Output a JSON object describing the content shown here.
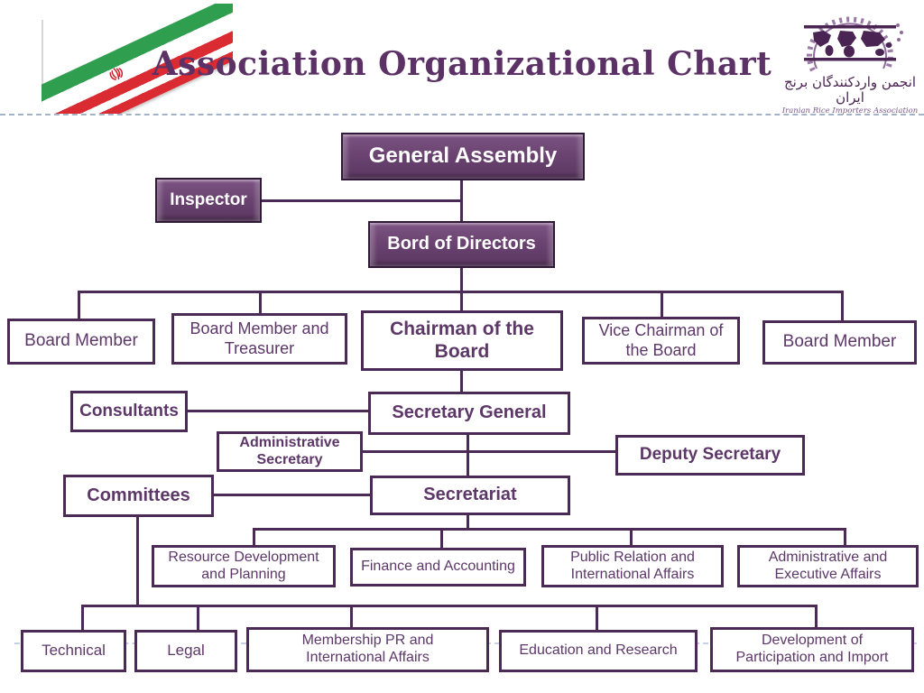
{
  "header": {
    "title": "Association Organizational Chart",
    "logo": {
      "persian_name": "انجمن واردکنندگان برنج ایران",
      "english_name": "Iranian Rice Importers Association"
    }
  },
  "chart": {
    "general_assembly": "General Assembly",
    "inspector": "Inspector",
    "board_of_directors": "Bord of Directors",
    "board_member_1": "Board Member",
    "board_member_treasurer": "Board Member and Treasurer",
    "chairman": "Chairman of the Board",
    "vice_chairman": "Vice Chairman of the Board",
    "board_member_2": "Board Member",
    "consultants": "Consultants",
    "secretary_general": "Secretary General",
    "administrative_secretary": "Administrative Secretary",
    "deputy_secretary": "Deputy Secretary",
    "committees": "Committees",
    "secretariat": "Secretariat",
    "resource_development": "Resource Development and Planning",
    "finance_accounting": "Finance and Accounting",
    "public_relation": "Public Relation and International Affairs",
    "administrative_executive": "Administrative and Executive Affairs",
    "technical": "Technical",
    "legal": "Legal",
    "membership_pr": "Membership PR and International Affairs",
    "education_research": "Education and Research",
    "development_participation": "Development of Participation and Import"
  },
  "colors": {
    "accent_text": "#5c3768",
    "line": "#4b2a55",
    "filled_box": "#6b4471",
    "flag_green": "#2f9e4f",
    "flag_red": "#da2a32"
  }
}
